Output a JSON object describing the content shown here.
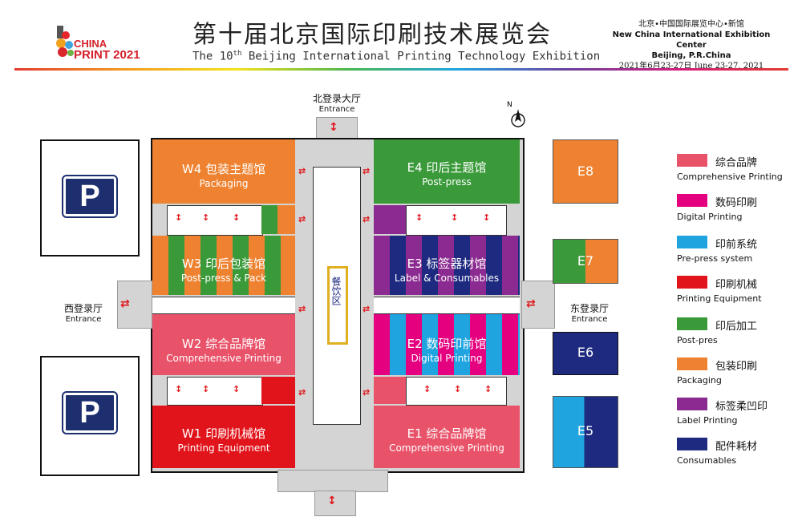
{
  "header": {
    "logo_line1": "CHINA",
    "logo_line2": "PRINT 2021",
    "title_cn": "第十届北京国际印刷技术展览会",
    "title_en_pre": "The 10",
    "title_en_sup": "th",
    "title_en_post": " Beijing International Printing Technology Exhibition",
    "venue_cn": "北京•中国国际展览中心•新馆",
    "venue_en": "New China International Exhibition Center",
    "venue_city": "Beijing, P.R.China",
    "venue_date": "2021年6月23-27日 June 23-27, 2021"
  },
  "entrances": {
    "north": {
      "cn": "北登录大厅",
      "en": "Entrance"
    },
    "west": {
      "cn": "西登录厅",
      "en": "Entrance"
    },
    "east": {
      "cn": "东登录厅",
      "en": "Entrance"
    }
  },
  "compass": "N",
  "parking": {
    "label": "P"
  },
  "dining": "餐饮区",
  "arrow_symbol": "↕",
  "arrow_symbol_h": "⇄",
  "halls": {
    "W4": {
      "cn": "W4 包装主题馆",
      "en": "Packaging"
    },
    "W3": {
      "cn": "W3 印后包装馆",
      "en": "Post-press & Pack"
    },
    "W2": {
      "cn": "W2 综合品牌馆",
      "en": "Comprehensive Printing"
    },
    "W1": {
      "cn": "W1 印刷机械馆",
      "en": "Printing Equipment"
    },
    "E4": {
      "cn": "E4 印后主题馆",
      "en": "Post-press"
    },
    "E3": {
      "cn": "E3 标签器材馆",
      "en": "Label & Consumables"
    },
    "E2": {
      "cn": "E2 数码印前馆",
      "en": "Digital Printing"
    },
    "E1": {
      "cn": "E1 综合品牌馆",
      "en": "Comprehensive Printing"
    },
    "E8": {
      "cn": "E8"
    },
    "E7": {
      "cn": "E7"
    },
    "E6": {
      "cn": "E6"
    },
    "E5": {
      "cn": "E5"
    }
  },
  "colors": {
    "comprehensive": "#e9536a",
    "digital": "#e4007f",
    "prepress": "#1fa4e0",
    "equipment": "#e2141b",
    "postpress": "#3a9a3a",
    "packaging": "#ee8230",
    "label": "#8b2a91",
    "consumables": "#1d2a80"
  },
  "legend": [
    {
      "key": "comprehensive",
      "cn": "综合品牌",
      "en": "Comprehensive Printing",
      "color": "#e9536a"
    },
    {
      "key": "digital",
      "cn": "数码印刷",
      "en": "Digital Printing",
      "color": "#e4007f"
    },
    {
      "key": "prepress",
      "cn": "印前系统",
      "en": "Pre-press system",
      "color": "#1fa4e0"
    },
    {
      "key": "equipment",
      "cn": "印刷机械",
      "en": "Printing Equipment",
      "color": "#e2141b"
    },
    {
      "key": "postpress",
      "cn": "印后加工",
      "en": "Post-pres",
      "color": "#3a9a3a"
    },
    {
      "key": "packaging",
      "cn": "包装印刷",
      "en": "Packaging",
      "color": "#ee8230"
    },
    {
      "key": "label",
      "cn": "标签柔凹印",
      "en": "Label Printing",
      "color": "#8b2a91"
    },
    {
      "key": "consumables",
      "cn": "配件耗材",
      "en": "Consumables",
      "color": "#1d2a80"
    }
  ]
}
